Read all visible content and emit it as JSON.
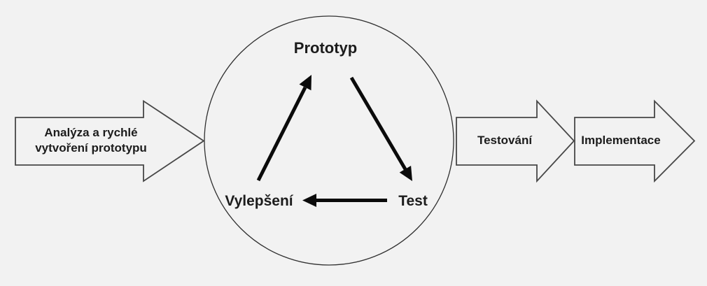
{
  "colors": {
    "background": "#f2f2f2",
    "block_outline": "#474747",
    "circle_outline": "#303030",
    "cycle_arrow": "#0b0b0b",
    "text": "#1c1c1c"
  },
  "input_arrow": {
    "label_line1": "Analýza a rychlé",
    "label_line2": "vytvoření prototypu"
  },
  "cycle": {
    "top_node": "Prototyp",
    "bottom_left_node": "Vylepšení",
    "bottom_right_node": "Test"
  },
  "output_arrows": {
    "testing": "Testování",
    "implementation": "Implementace"
  }
}
